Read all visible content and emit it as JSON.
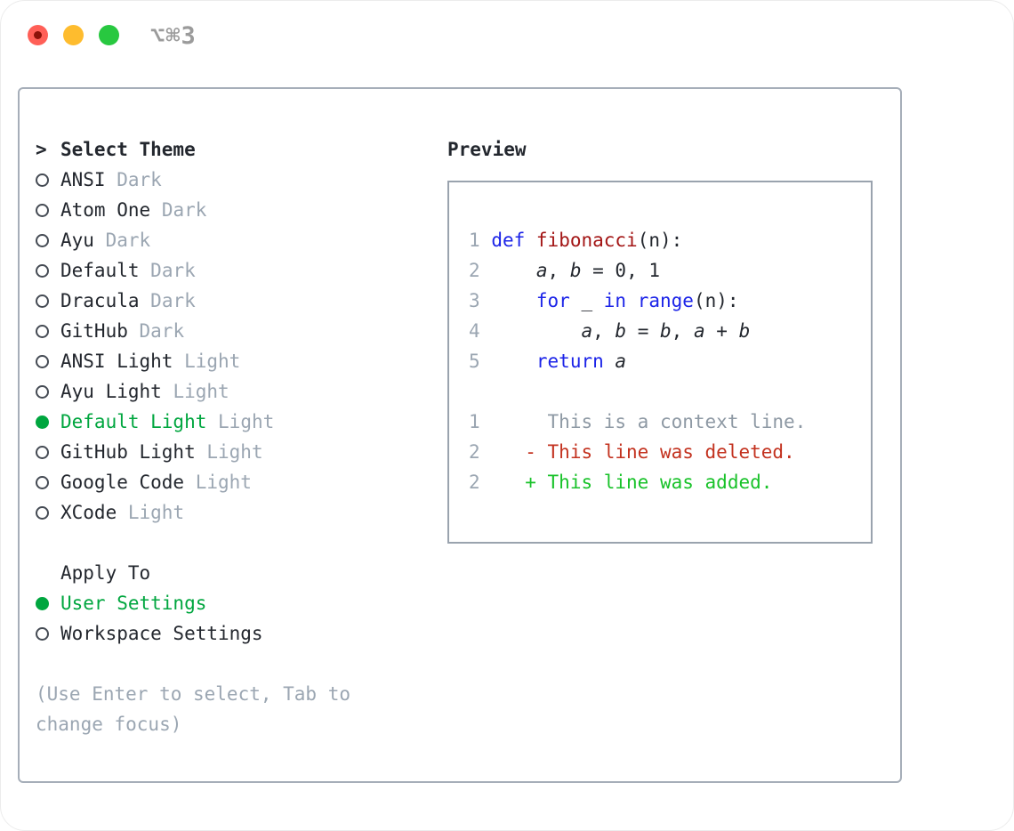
{
  "window": {
    "title": "⌥⌘3"
  },
  "colors": {
    "tl-red": "#ff5f57",
    "tl-red-dot": "#8c1209",
    "tl-yellow": "#febc2e",
    "tl-green": "#28c840",
    "title-gray": "#9b9b9b",
    "panel-border": "#a6aeb9",
    "preview-border": "#9aa3ae",
    "ink": "#23272e",
    "soft-gray": "#9ba6b2",
    "ctx-gray": "#8e99a4",
    "green": "#00a63f",
    "kw-blue": "#1c24e8",
    "fn-red": "#a31515",
    "del-red": "#c3321f",
    "add-green": "#18c229",
    "radio-ring": "#454b54"
  },
  "theme_picker": {
    "prompt": ">",
    "title": "Select Theme",
    "items": [
      {
        "name": "ANSI",
        "variant": "Dark",
        "selected": false
      },
      {
        "name": "Atom One",
        "variant": "Dark",
        "selected": false
      },
      {
        "name": "Ayu",
        "variant": "Dark",
        "selected": false
      },
      {
        "name": "Default",
        "variant": "Dark",
        "selected": false
      },
      {
        "name": "Dracula",
        "variant": "Dark",
        "selected": false
      },
      {
        "name": "GitHub",
        "variant": "Dark",
        "selected": false
      },
      {
        "name": "ANSI Light",
        "variant": "Light",
        "selected": false
      },
      {
        "name": "Ayu Light",
        "variant": "Light",
        "selected": false
      },
      {
        "name": "Default Light",
        "variant": "Light",
        "selected": true
      },
      {
        "name": "GitHub Light",
        "variant": "Light",
        "selected": false
      },
      {
        "name": "Google Code",
        "variant": "Light",
        "selected": false
      },
      {
        "name": "XCode",
        "variant": "Light",
        "selected": false
      }
    ],
    "apply_to": {
      "title": "Apply To",
      "options": [
        {
          "label": "User Settings",
          "selected": true
        },
        {
          "label": "Workspace Settings",
          "selected": false
        }
      ]
    },
    "help_lines": [
      "(Use Enter to select, Tab to",
      "change focus)"
    ]
  },
  "preview": {
    "title": "Preview",
    "code_lines": [
      {
        "num": "1",
        "tokens": [
          {
            "t": "def",
            "c": "kw"
          },
          {
            "t": " "
          },
          {
            "t": "fibonacci",
            "c": "fn"
          },
          {
            "t": "(n):"
          }
        ]
      },
      {
        "num": "2",
        "tokens": [
          {
            "t": "    "
          },
          {
            "t": "a",
            "c": "var"
          },
          {
            "t": ", "
          },
          {
            "t": "b",
            "c": "var"
          },
          {
            "t": " = 0, 1"
          }
        ]
      },
      {
        "num": "3",
        "tokens": [
          {
            "t": "    "
          },
          {
            "t": "for",
            "c": "kw"
          },
          {
            "t": " _ "
          },
          {
            "t": "in",
            "c": "kw"
          },
          {
            "t": " "
          },
          {
            "t": "range",
            "c": "kw"
          },
          {
            "t": "(n):"
          }
        ]
      },
      {
        "num": "4",
        "tokens": [
          {
            "t": "        "
          },
          {
            "t": "a",
            "c": "var"
          },
          {
            "t": ", "
          },
          {
            "t": "b",
            "c": "var"
          },
          {
            "t": " = "
          },
          {
            "t": "b",
            "c": "var"
          },
          {
            "t": ", "
          },
          {
            "t": "a",
            "c": "var"
          },
          {
            "t": " + "
          },
          {
            "t": "b",
            "c": "var"
          }
        ]
      },
      {
        "num": "5",
        "tokens": [
          {
            "t": "    "
          },
          {
            "t": "return",
            "c": "kw"
          },
          {
            "t": " "
          },
          {
            "t": "a",
            "c": "var"
          }
        ]
      }
    ],
    "diff_lines": [
      {
        "num": "1",
        "tokens": [
          {
            "t": "     This is a context line.",
            "c": "ctx"
          }
        ]
      },
      {
        "num": "2",
        "tokens": [
          {
            "t": "   - This line was deleted.",
            "c": "del"
          }
        ]
      },
      {
        "num": "2",
        "tokens": [
          {
            "t": "   + This line was added.",
            "c": "add"
          }
        ]
      }
    ]
  }
}
